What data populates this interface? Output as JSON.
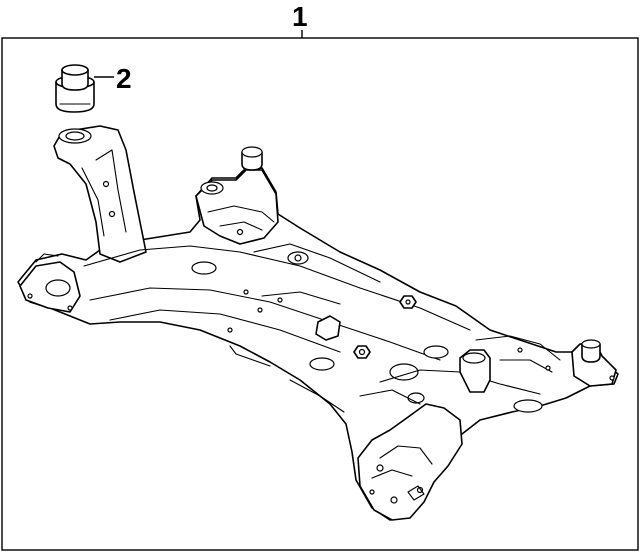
{
  "diagram": {
    "callouts": [
      {
        "id": "callout-1",
        "label": "1",
        "part": "crossmember"
      },
      {
        "id": "callout-2",
        "label": "2",
        "part": "bushing"
      }
    ]
  }
}
